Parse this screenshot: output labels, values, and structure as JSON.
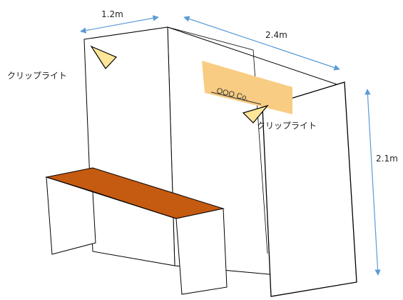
{
  "dimensions": {
    "width": "1.2m",
    "depth": "2.4m",
    "height": "2.1m"
  },
  "lights": {
    "left_label": "クリップライト",
    "right_label": "クリップライト"
  },
  "sign": {
    "text": "OOO Co."
  },
  "colors": {
    "panel_edge": "#000000",
    "table_top": "#c55a11",
    "sign_fill": "#f8cc82",
    "light_fill": "#ffe699",
    "dimension_arrow": "#5b9bd5"
  },
  "icons": {
    "clip_light": "clip-light-icon",
    "dimension": "double-arrow-icon"
  }
}
